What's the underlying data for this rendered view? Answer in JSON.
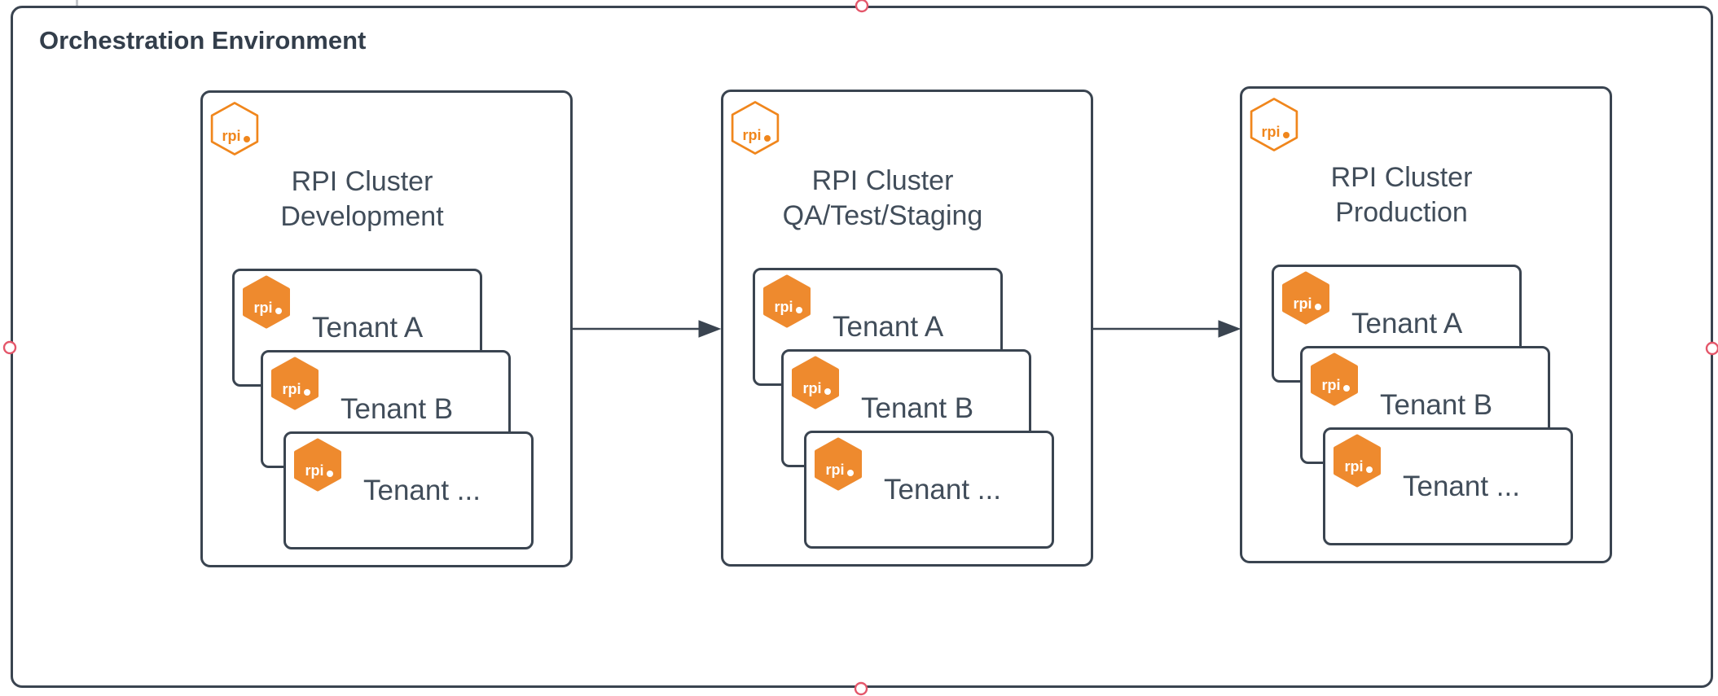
{
  "diagram": {
    "title": "Orchestration Environment",
    "logo": {
      "text": "rpi"
    },
    "clusters": [
      {
        "name": "Development",
        "title_line1": "RPI Cluster",
        "title_line2": "Development",
        "tenants": [
          "Tenant A",
          "Tenant B",
          "Tenant ..."
        ]
      },
      {
        "name": "QA/Test/Staging",
        "title_line1": "RPI Cluster",
        "title_line2": "QA/Test/Staging",
        "tenants": [
          "Tenant A",
          "Tenant B",
          "Tenant ..."
        ]
      },
      {
        "name": "Production",
        "title_line1": "RPI Cluster",
        "title_line2": "Production",
        "tenants": [
          "Tenant A",
          "Tenant B",
          "Tenant ..."
        ]
      }
    ],
    "arrows": [
      {
        "from": "RPI Cluster Development",
        "to": "RPI Cluster QA/Test/Staging"
      },
      {
        "from": "RPI Cluster QA/Test/Staging",
        "to": "RPI Cluster Production"
      }
    ],
    "colors": {
      "orange_fill": "#EE8A2E",
      "orange_outline": "#F0861C",
      "stroke_dark": "#3A4450",
      "label_text": "#414D5A",
      "title_text": "#333E4B",
      "selection_handle": "#E4566A"
    }
  }
}
